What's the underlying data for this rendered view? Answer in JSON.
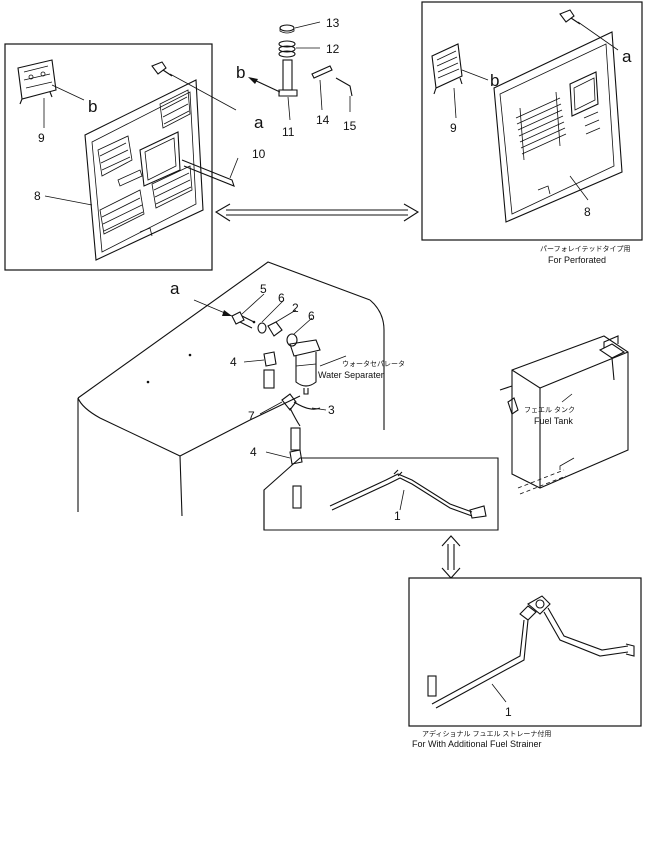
{
  "callouts": {
    "n1a": "1",
    "n1b": "1",
    "n2": "2",
    "n3": "3",
    "n4a": "4",
    "n4b": "4",
    "n5": "5",
    "n6a": "6",
    "n6b": "6",
    "n7": "7",
    "n8a": "8",
    "n8b": "8",
    "n9a": "9",
    "n9b": "9",
    "n10": "10",
    "n11": "11",
    "n12": "12",
    "n13": "13",
    "n14": "14",
    "n15": "15"
  },
  "letters": {
    "a1": "a",
    "a2": "a",
    "a3": "a",
    "b1": "b",
    "b2": "b",
    "b3": "b"
  },
  "captions": {
    "perforated_jp": "パーフォレイテッドタイプ用",
    "perforated_en": "For Perforated",
    "water_separator_jp": "ウォータセパレータ",
    "water_separator_en": "Water Separater",
    "fuel_tank_jp": "フェエル タンク",
    "fuel_tank_en": "Fuel Tank",
    "strainer_jp": "アディショナル フュエル ストレーナ付用",
    "strainer_en": "For With Additional Fuel Strainer"
  }
}
